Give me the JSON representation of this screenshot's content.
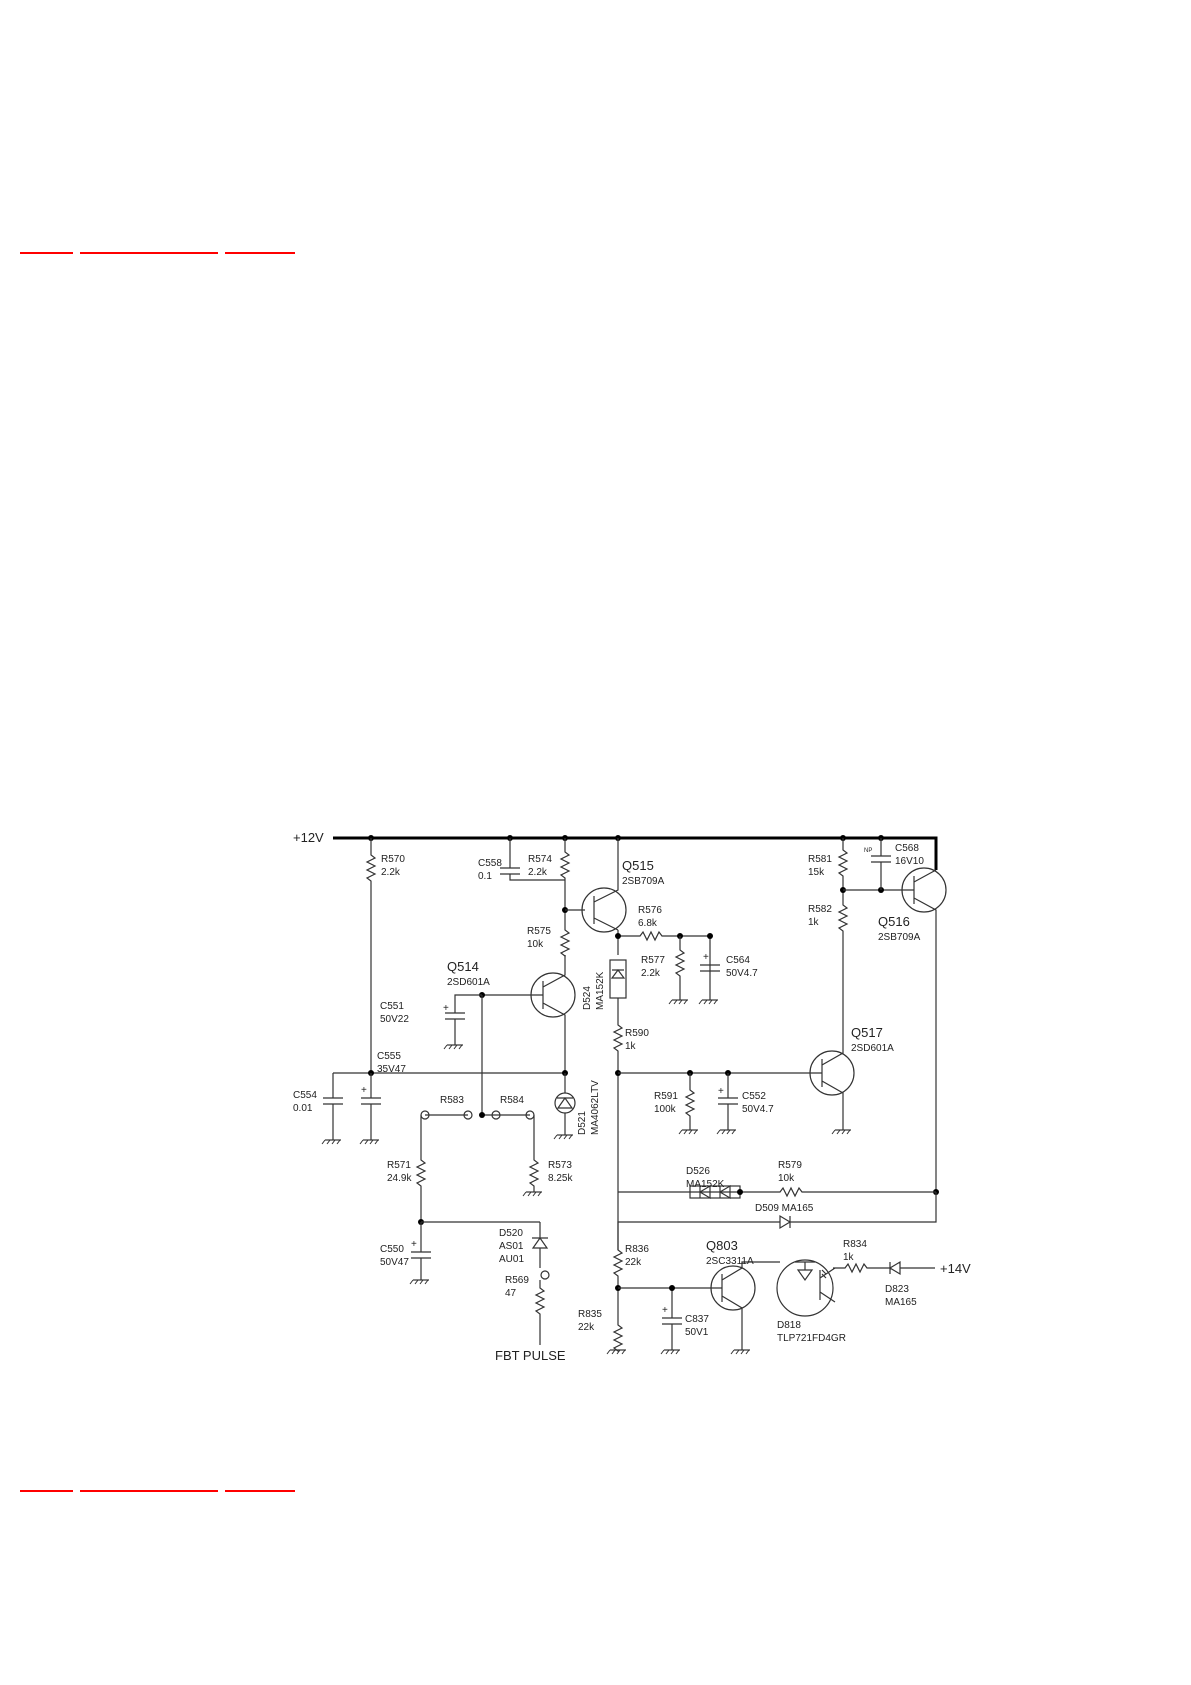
{
  "nav_links": {
    "top": [
      "",
      "",
      ""
    ],
    "bottom": [
      "",
      "",
      ""
    ]
  },
  "colors": {
    "link": "#ff0000",
    "wire": "#333333",
    "bus": "#000000"
  },
  "labels": {
    "v12": "+12V",
    "v14": "+14V",
    "fbt": "FBT PULSE",
    "r570": "R570",
    "r570v": "2.2k",
    "c558": "C558",
    "c558v": "0.1",
    "r574": "R574",
    "r574v": "2.2k",
    "q515": "Q515",
    "q515v": "2SB709A",
    "r576": "R576",
    "r576v": "6.8k",
    "r575": "R575",
    "r575v": "10k",
    "r577": "R577",
    "r577v": "2.2k",
    "c564": "C564",
    "c564v": "50V4.7",
    "d524": "D524",
    "d524v": "MA152K",
    "q514": "Q514",
    "q514v": "2SD601A",
    "c551": "C551",
    "c551v": "50V22",
    "c555": "C555",
    "c555v": "35V47",
    "c554": "C554",
    "c554v": "0.01",
    "r583": "R583",
    "r584": "R584",
    "d521": "D521",
    "d521v": "MA4062LTV",
    "r590": "R590",
    "r590v": "1k",
    "r581": "R581",
    "r581v": "15k",
    "r582": "R582",
    "r582v": "1k",
    "c568": "C568",
    "c568v": "16V10",
    "np": "NP",
    "q516": "Q516",
    "q516v": "2SB709A",
    "q517": "Q517",
    "q517v": "2SD601A",
    "r591": "R591",
    "r591v": "100k",
    "c552": "C552",
    "c552v": "50V4.7",
    "r571": "R571",
    "r571v": "24.9k",
    "r573": "R573",
    "r573v": "8.25k",
    "d526": "D526",
    "d526v": "MA152K",
    "r579": "R579",
    "r579v": "10k",
    "d509": "D509 MA165",
    "c550": "C550",
    "c550v": "50V47",
    "d520": "D520",
    "d520v1": "AS01",
    "d520v2": "AU01",
    "r569": "R569",
    "r569v": "47",
    "r836": "R836",
    "r836v": "22k",
    "q803": "Q803",
    "q803v": "2SC3311A",
    "r834": "R834",
    "r834v": "1k",
    "d823": "D823",
    "d823v": "MA165",
    "r835": "R835",
    "r835v": "22k",
    "c837": "C837",
    "c837v": "50V1",
    "d818": "D818",
    "d818v": "TLP721FD4GR",
    "plus": "+"
  }
}
